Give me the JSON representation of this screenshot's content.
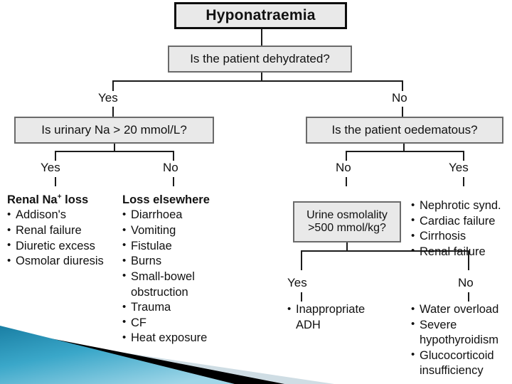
{
  "chart": {
    "title_node": {
      "label": "Hyponatraemia"
    },
    "q_dehydrated": {
      "label": "Is the patient dehydrated?"
    },
    "q_urinary_na": {
      "label": "Is urinary Na > 20 mmol/L?"
    },
    "q_oedematous": {
      "label": "Is the patient oedematous?"
    },
    "q_urine_osmolality": {
      "line1": "Urine osmolality",
      "line2": ">500 mmol/kg?"
    },
    "edges": {
      "dehydrated_yes": "Yes",
      "dehydrated_no": "No",
      "urinary_na_yes": "Yes",
      "urinary_na_no": "No",
      "oedematous_no": "No",
      "oedematous_yes": "Yes",
      "osmolality_yes": "Yes",
      "osmolality_no": "No"
    },
    "outcomes": {
      "renal_na_loss": {
        "heading_prefix": "Renal Na",
        "heading_sup": "+",
        "heading_suffix": " loss",
        "items": [
          "Addison's",
          "Renal failure",
          "Diuretic excess",
          "Osmolar diuresis"
        ]
      },
      "loss_elsewhere": {
        "heading": "Loss elsewhere",
        "items": [
          "Diarrhoea",
          "Vomiting",
          "Fistulae",
          "Burns",
          "Small-bowel",
          "obstruction",
          "Trauma",
          "CF",
          "Heat exposure"
        ],
        "continuation_indices": [
          5
        ]
      },
      "oedematous_causes": {
        "items": [
          "Nephrotic synd.",
          "Cardiac failure",
          "Cirrhosis",
          "Renal failure"
        ]
      },
      "inappropriate_adh": {
        "items": [
          "Inappropriate",
          "ADH"
        ],
        "continuation_indices": [
          1
        ]
      },
      "water_overload": {
        "items": [
          "Water overload",
          "Severe",
          "hypothyroidism",
          "Glucocorticoid",
          "insufficiency"
        ],
        "continuation_indices": [
          2,
          4
        ]
      }
    },
    "colors": {
      "box_fill": "#e9e9e9",
      "title_border": "#0d0d0d",
      "decision_border": "#6a6a6a",
      "connector": "#1b1b1b",
      "text": "#111111",
      "decoration_teal_light": "#7ecbe4",
      "decoration_teal_dark": "#1383a8",
      "decoration_black": "#000000",
      "decoration_pale": "#cfdde4"
    }
  }
}
